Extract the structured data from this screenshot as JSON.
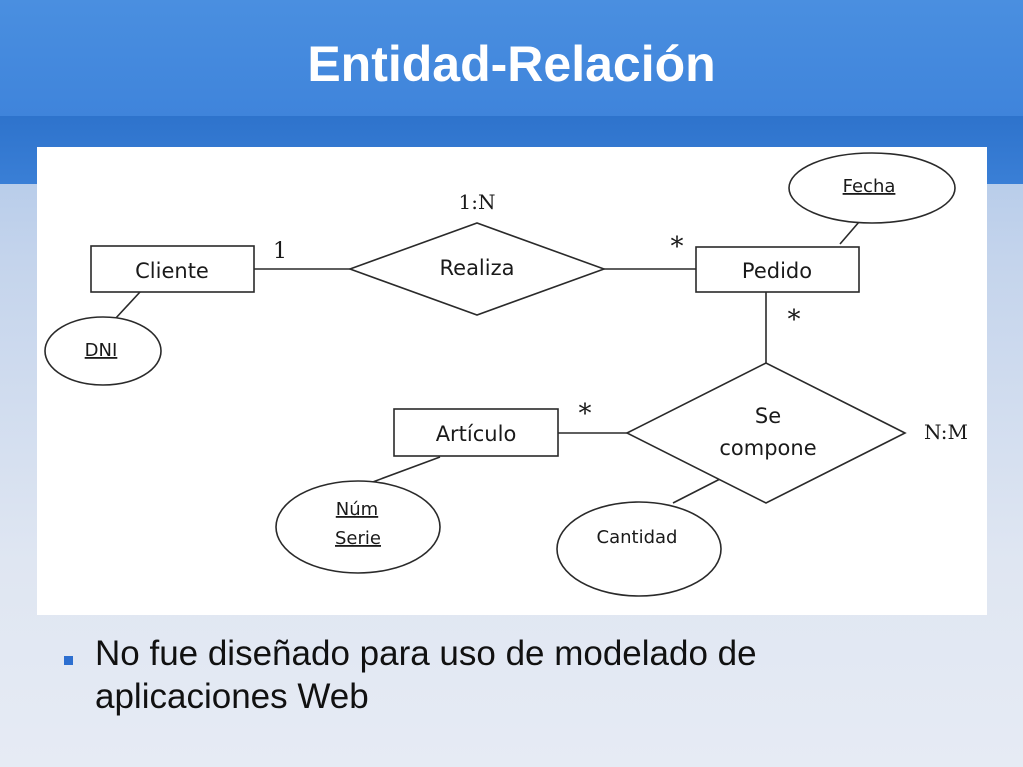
{
  "title": "Entidad-Relación",
  "colors": {
    "accent": "#3f84db",
    "bullet": "#2d6fd0",
    "line": "#2a2a2a"
  },
  "diagram": {
    "entities": {
      "cliente": "Cliente",
      "pedido": "Pedido",
      "articulo": "Artículo"
    },
    "relationships": {
      "realiza": "Realiza",
      "se_compone": [
        "Se",
        "compone"
      ]
    },
    "attributes": {
      "fecha": "Fecha",
      "dni": "DNI",
      "num_serie": [
        "Núm",
        "Serie"
      ],
      "cantidad": "Cantidad"
    },
    "cardinalities": {
      "realiza_type": "1:N",
      "cliente_side": "1",
      "pedido_side_realiza": "*",
      "pedido_side_compone": "*",
      "articulo_side": "*",
      "compone_type": "N:M"
    }
  },
  "bullets": [
    "No fue diseñado para uso de modelado de aplicaciones Web"
  ]
}
